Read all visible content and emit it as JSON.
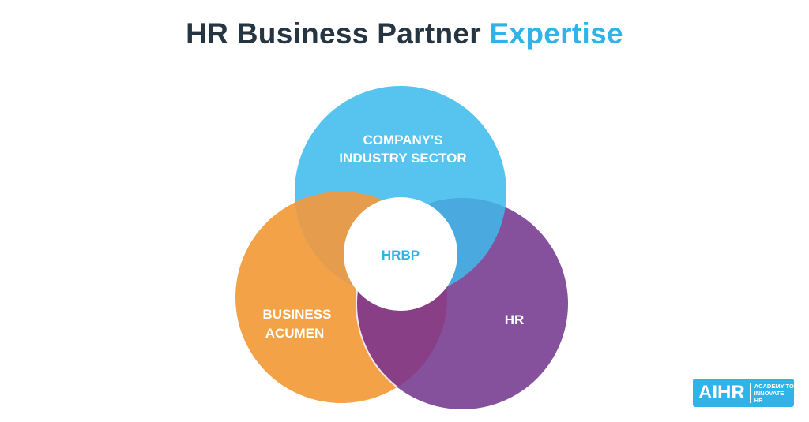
{
  "title": {
    "main": "HR Business Partner",
    "accent": "Expertise"
  },
  "diagram": {
    "circles": [
      {
        "label_lines": [
          "COMPANY'S",
          "INDUSTRY SECTOR"
        ],
        "color": "#57c3ef"
      },
      {
        "label_lines": [
          "BUSINESS",
          "ACUMEN"
        ],
        "color": "#f3a247"
      },
      {
        "label_lines": [
          "HR"
        ],
        "color": "#85509c"
      }
    ],
    "center": {
      "label": "HRBP",
      "color": "#2fb3e8"
    },
    "overlap_colors": {
      "blue_orange": "#e59c4d",
      "blue_purple": "#4aa9df",
      "orange_purple": "#883f85"
    }
  },
  "logo": {
    "mark": "AIHR",
    "line1": "ACADEMY TO",
    "line2": "INNOVATE HR"
  }
}
